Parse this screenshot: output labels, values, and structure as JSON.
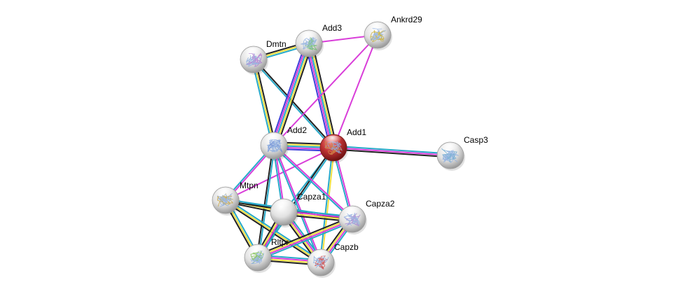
{
  "network": {
    "nodes": [
      {
        "id": "Add1",
        "label": "Add1",
        "color": "#b82d2d",
        "protein_tint": "#d08a4a"
      },
      {
        "id": "Add2",
        "label": "Add2",
        "color": "#d9d9d9",
        "protein_tint": "#6c8fd6"
      },
      {
        "id": "Add3",
        "label": "Add3",
        "color": "#d9d9d9",
        "protein_tint": "#6fbf6f"
      },
      {
        "id": "Ankrd29",
        "label": "Ankrd29",
        "color": "#d9d9d9",
        "protein_tint": "#c9b034"
      },
      {
        "id": "Dmtn",
        "label": "Dmtn",
        "color": "#d9d9d9",
        "protein_tint": "#b07ad1"
      },
      {
        "id": "Casp3",
        "label": "Casp3",
        "color": "#d9d9d9",
        "protein_tint": "#6aa8d0"
      },
      {
        "id": "Mtpn",
        "label": "Mtpn",
        "color": "#d9d9d9",
        "protein_tint": "#c7a23a"
      },
      {
        "id": "Capza1",
        "label": "Capza1",
        "color": "#d9d9d9",
        "protein_tint": ""
      },
      {
        "id": "Capza2",
        "label": "Capza2",
        "color": "#d9d9d9",
        "protein_tint": "#a78bd3"
      },
      {
        "id": "Rltpr",
        "label": "Rltpr",
        "color": "#d9d9d9",
        "protein_tint": "#7bbf4f"
      },
      {
        "id": "Capzb",
        "label": "Capzb",
        "color": "#d9d9d9",
        "protein_tint": "#d14a4a"
      }
    ],
    "edges": [
      {
        "source": "Add1",
        "target": "Add2",
        "colors": [
          "#3d3dd9",
          "#d93dd9",
          "#27a9c9",
          "#f0e040",
          "#222222"
        ]
      },
      {
        "source": "Add1",
        "target": "Add3",
        "colors": [
          "#3d3dd9",
          "#d93dd9",
          "#27a9c9",
          "#f0e040",
          "#222222"
        ]
      },
      {
        "source": "Add1",
        "target": "Ankrd29",
        "colors": [
          "#d93dd9"
        ]
      },
      {
        "source": "Add1",
        "target": "Dmtn",
        "colors": [
          "#27a9c9",
          "#222222"
        ]
      },
      {
        "source": "Add1",
        "target": "Casp3",
        "colors": [
          "#27a9c9",
          "#d93dd9",
          "#222222"
        ]
      },
      {
        "source": "Add1",
        "target": "Capza2",
        "colors": [
          "#d93dd9",
          "#27a9c9"
        ]
      },
      {
        "source": "Add1",
        "target": "Capzb",
        "colors": [
          "#f0e040",
          "#27a9c9"
        ]
      },
      {
        "source": "Add1",
        "target": "Capza1",
        "colors": [
          "#27a9c9"
        ]
      },
      {
        "source": "Add1",
        "target": "Rltpr",
        "colors": [
          "#27a9c9",
          "#222222"
        ]
      },
      {
        "source": "Add1",
        "target": "Mtpn",
        "colors": [
          "#d93dd9"
        ]
      },
      {
        "source": "Add2",
        "target": "Add3",
        "colors": [
          "#3d3dd9",
          "#d93dd9",
          "#27a9c9",
          "#f0e040",
          "#222222"
        ]
      },
      {
        "source": "Add2",
        "target": "Dmtn",
        "colors": [
          "#27a9c9",
          "#f0e040",
          "#222222"
        ]
      },
      {
        "source": "Add2",
        "target": "Ankrd29",
        "colors": [
          "#d93dd9"
        ]
      },
      {
        "source": "Add2",
        "target": "Capza2",
        "colors": [
          "#d93dd9",
          "#27a9c9"
        ]
      },
      {
        "source": "Add2",
        "target": "Capzb",
        "colors": [
          "#d93dd9",
          "#27a9c9"
        ]
      },
      {
        "source": "Add2",
        "target": "Capza1",
        "colors": [
          "#d93dd9",
          "#27a9c9"
        ]
      },
      {
        "source": "Add2",
        "target": "Rltpr",
        "colors": [
          "#27a9c9",
          "#222222"
        ]
      },
      {
        "source": "Add2",
        "target": "Mtpn",
        "colors": [
          "#d93dd9",
          "#27a9c9"
        ]
      },
      {
        "source": "Add3",
        "target": "Dmtn",
        "colors": [
          "#27a9c9",
          "#f0e040",
          "#222222"
        ]
      },
      {
        "source": "Add3",
        "target": "Ankrd29",
        "colors": [
          "#d93dd9"
        ]
      },
      {
        "source": "Mtpn",
        "target": "Capza1",
        "colors": [
          "#27a9c9",
          "#f0e040",
          "#222222"
        ]
      },
      {
        "source": "Mtpn",
        "target": "Capza2",
        "colors": [
          "#27a9c9",
          "#222222"
        ]
      },
      {
        "source": "Mtpn",
        "target": "Capzb",
        "colors": [
          "#27a9c9",
          "#f0e040",
          "#222222"
        ]
      },
      {
        "source": "Mtpn",
        "target": "Rltpr",
        "colors": [
          "#27a9c9",
          "#f0e040",
          "#222222"
        ]
      },
      {
        "source": "Capza1",
        "target": "Capza2",
        "colors": [
          "#27a9c9",
          "#d93dd9",
          "#f0e040",
          "#222222"
        ]
      },
      {
        "source": "Capza1",
        "target": "Capzb",
        "colors": [
          "#27a9c9",
          "#d93dd9",
          "#f0e040",
          "#222222"
        ]
      },
      {
        "source": "Capza1",
        "target": "Rltpr",
        "colors": [
          "#27a9c9",
          "#d93dd9",
          "#f0e040",
          "#222222"
        ]
      },
      {
        "source": "Capza2",
        "target": "Capzb",
        "colors": [
          "#27a9c9",
          "#d93dd9",
          "#f0e040",
          "#222222"
        ]
      },
      {
        "source": "Capza2",
        "target": "Rltpr",
        "colors": [
          "#27a9c9",
          "#d93dd9",
          "#f0e040",
          "#222222"
        ]
      },
      {
        "source": "Rltpr",
        "target": "Capzb",
        "colors": [
          "#27a9c9",
          "#d93dd9",
          "#f0e040",
          "#222222"
        ]
      }
    ]
  }
}
